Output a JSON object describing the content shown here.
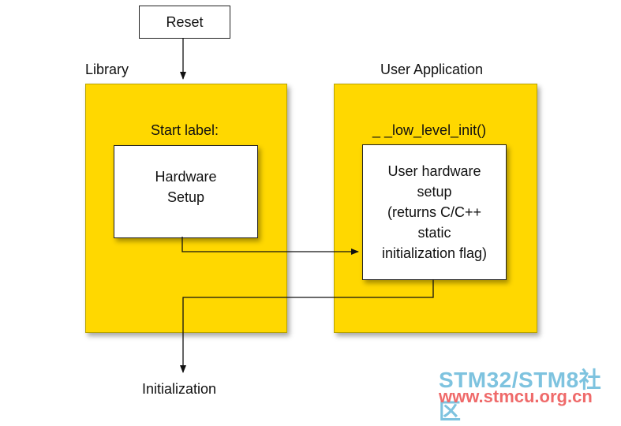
{
  "reset": {
    "label": "Reset"
  },
  "library": {
    "title": "Library",
    "start_label": "Start label:",
    "box_lines": [
      "Hardware",
      "Setup"
    ]
  },
  "user_app": {
    "title": "User Application",
    "function_label": "_ _low_level_init()",
    "box_lines": [
      "User hardware",
      "setup",
      "(returns  C/C++",
      "static",
      "initialization flag)"
    ]
  },
  "initialization": {
    "label": "Initialization"
  },
  "watermark": {
    "line1": "STM32/STM8社区",
    "line2": "www.stmcu.org.cn"
  },
  "colors": {
    "container_fill": "#ffd800",
    "box_fill": "#ffffff",
    "watermark_line1": "#7ec3df",
    "watermark_line2": "#ef6a6a"
  }
}
